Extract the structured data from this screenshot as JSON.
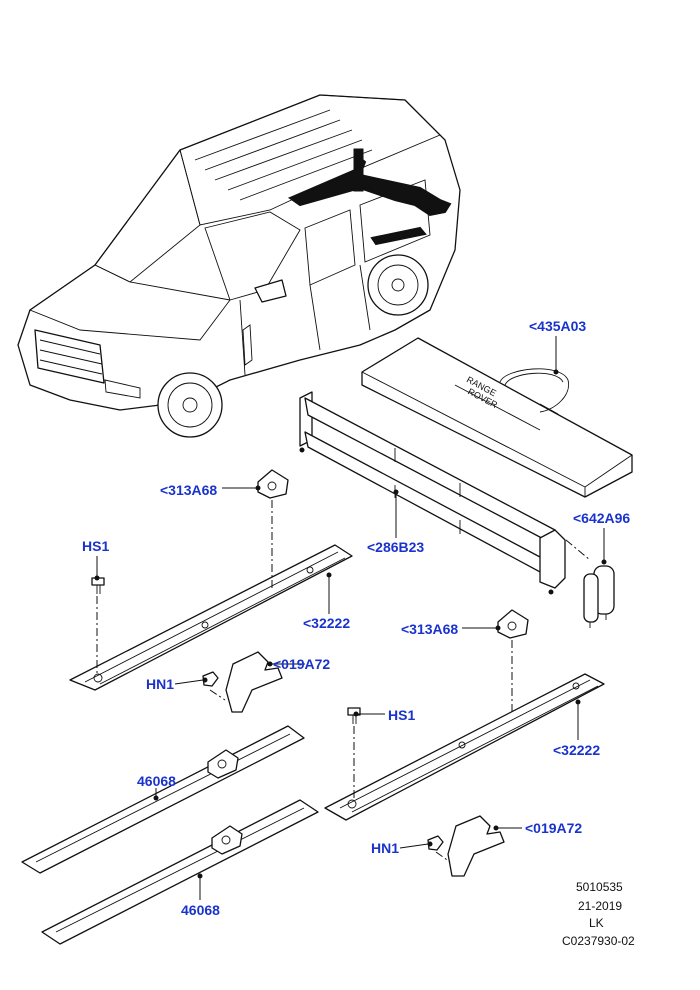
{
  "callouts": {
    "c435A03": "<435A03",
    "c313A68_top": "<313A68",
    "c286B23": "<286B23",
    "c642A96": "<642A96",
    "cHS1_left": "HS1",
    "c32222_upper": "<32222",
    "c313A68_mid": "<313A68",
    "c019A72_upper": "<019A72",
    "cHN1_upper": "HN1",
    "cHS1_right": "HS1",
    "c46068_upper": "46068",
    "c32222_lower": "<32222",
    "c019A72_lower": "<019A72",
    "cHN1_lower": "HN1",
    "c46068_lower": "46068"
  },
  "reference": {
    "line1": "5010535",
    "line2": "21-2019",
    "line3": "LK",
    "line4": "C0237930-02"
  },
  "colors": {
    "callout_text": "#1a33cc",
    "line_art": "#111111"
  }
}
